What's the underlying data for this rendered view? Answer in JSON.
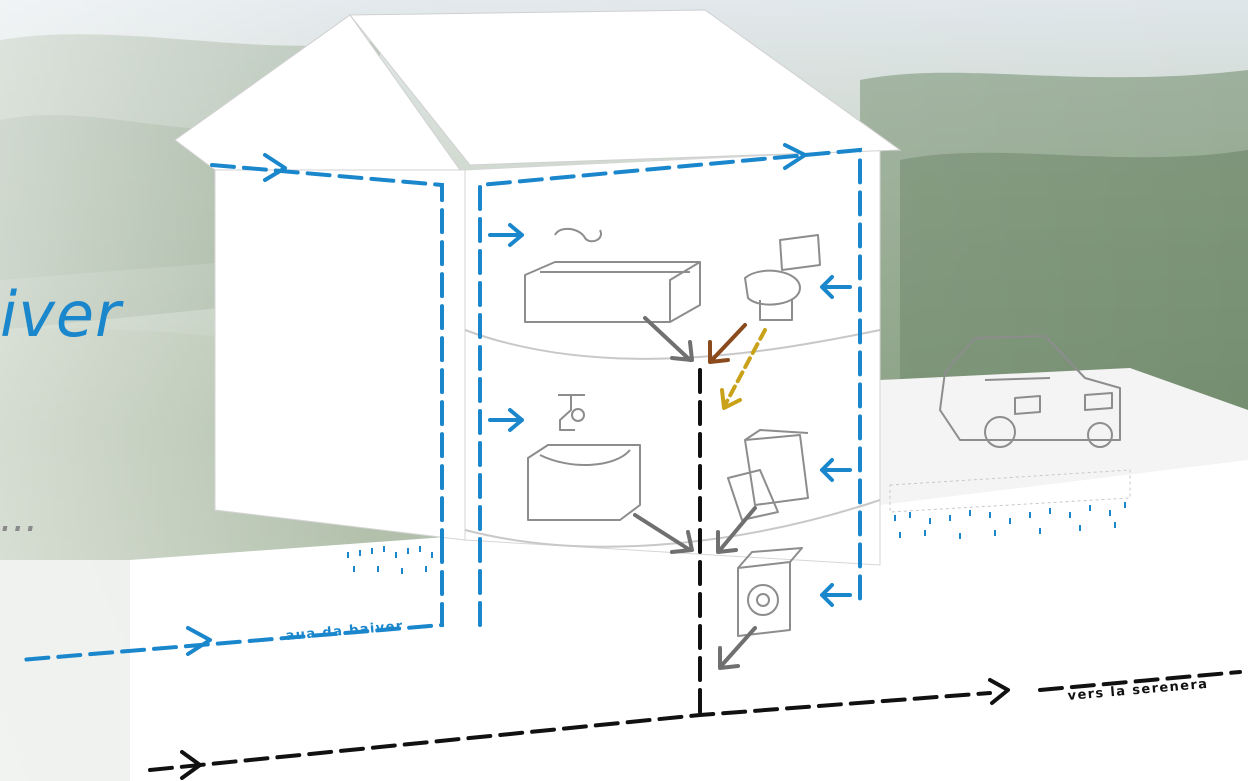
{
  "title_fragment": "iver",
  "subtitle_fragment": "...",
  "labels": {
    "fresh_water": "aua da baiver",
    "sewer": "vers la serenera"
  },
  "colors": {
    "fresh_water": "#1a86cc",
    "waste_water": "#111111",
    "grey_water": "#707070",
    "brown_water": "#8a4a1c",
    "yellow_water": "#c9a21a"
  }
}
